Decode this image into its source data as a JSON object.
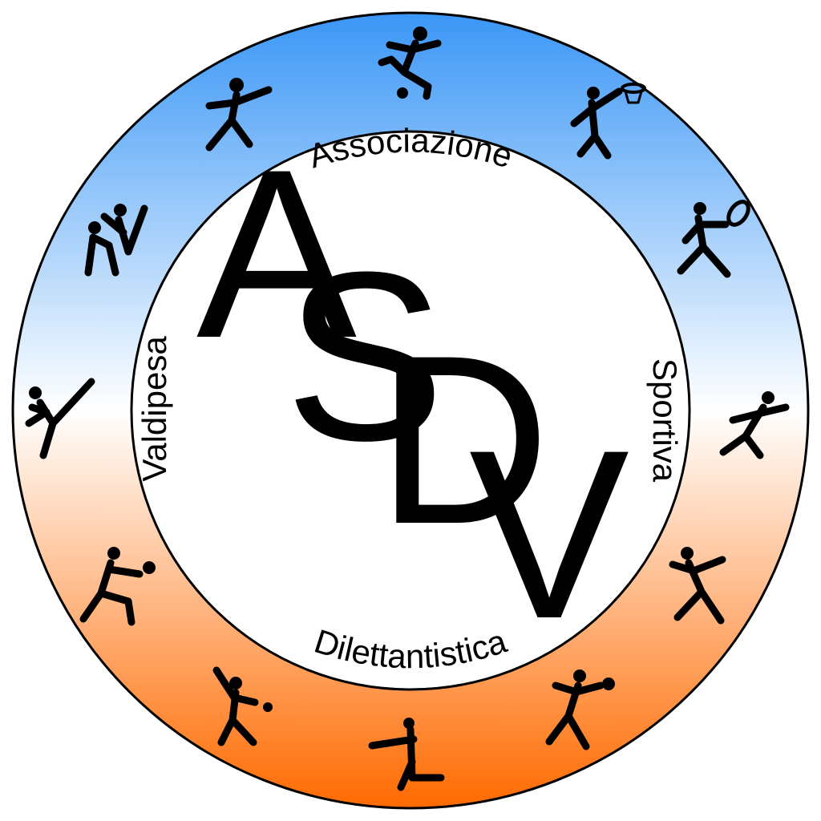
{
  "logo": {
    "letters": [
      "A",
      "S",
      "D",
      "V"
    ],
    "words": {
      "top": "Associazione",
      "right": "Sportiva",
      "bottom": "Dilettantistica",
      "left": "Valdipesa"
    },
    "gradient": {
      "top": "#3a96f6",
      "middle": "#ffffff",
      "bottom": "#ff6a00"
    },
    "ink": "#000000",
    "sport_icons": [
      "soccer-player-icon",
      "basketball-player-icon",
      "tennis-player-icon",
      "runner-icon",
      "handball-player-icon",
      "boxer-icon",
      "gymnast-icon",
      "baseball-batter-icon",
      "volleyball-player-icon",
      "karate-kick-icon",
      "judo-wrestlers-icon",
      "rugby-player-icon"
    ]
  }
}
